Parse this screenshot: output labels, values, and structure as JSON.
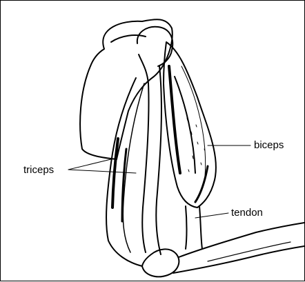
{
  "labels": {
    "biceps": "biceps",
    "triceps": "triceps",
    "tendon": "tendon"
  },
  "colors": {
    "ink": "#000000",
    "background": "#ffffff"
  }
}
